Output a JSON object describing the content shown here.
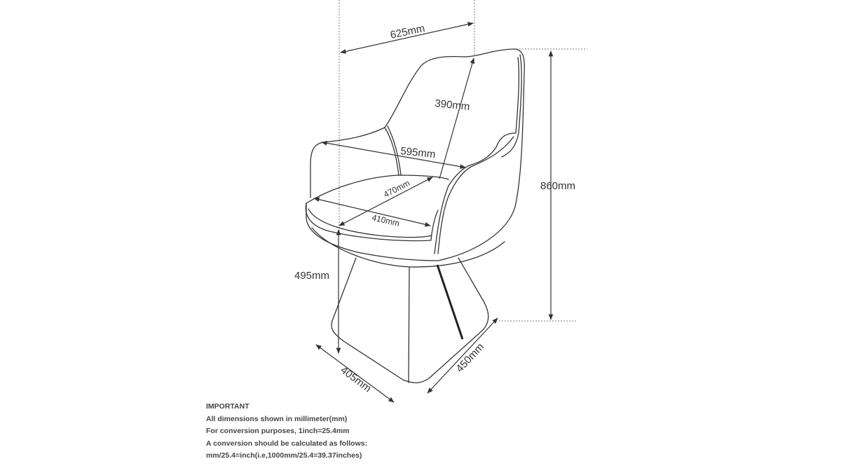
{
  "diagram": {
    "subject": "Swivel armchair dimension drawing",
    "units": "mm",
    "dimensions": {
      "overall_width": "625mm",
      "back_height": "390mm",
      "arm_width": "595mm",
      "seat_depth": "470mm",
      "seat_width": "410mm",
      "overall_height": "860mm",
      "seat_height": "495mm",
      "base_depth": "405mm",
      "base_width": "450mm"
    }
  },
  "notes": {
    "heading": "IMPORTANT",
    "lines": [
      "All dimensions shown in millimeter(mm)",
      "For conversion purposes, 1inch=25.4mm",
      "A conversion should be calculated as follows:",
      "mm/25.4=inch(i.e,1000mm/25.4=39.37inches)"
    ]
  },
  "colors": {
    "line": "#333333",
    "background": "#ffffff"
  }
}
